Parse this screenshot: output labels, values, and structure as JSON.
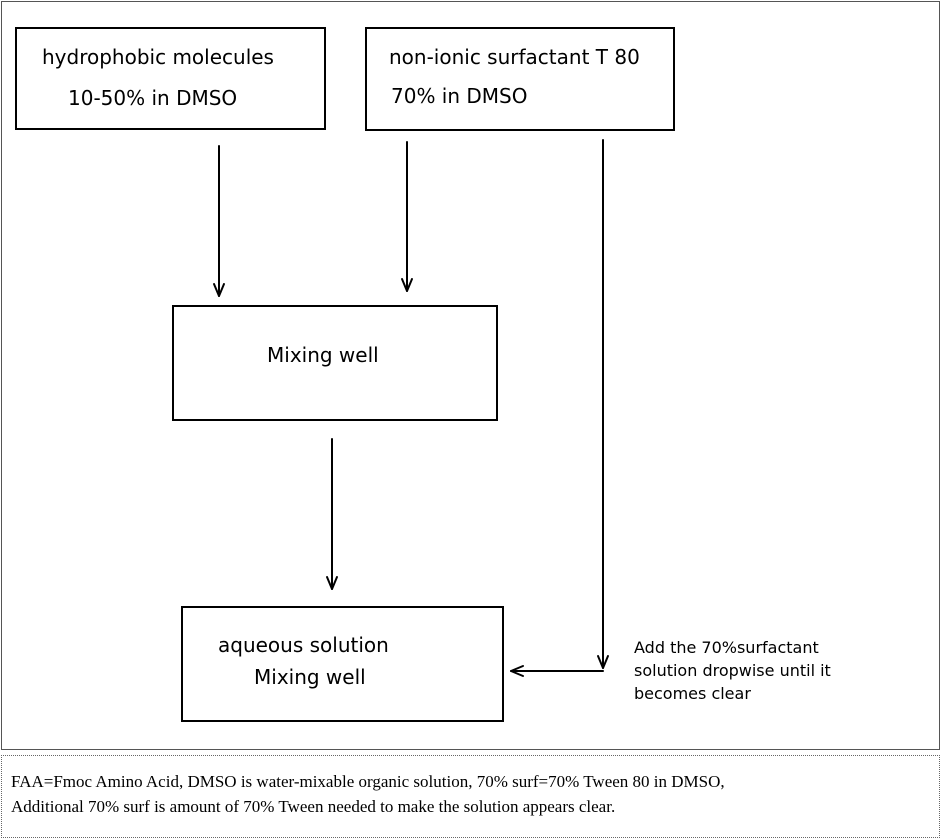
{
  "nodes": {
    "hydrophobic": {
      "line1": "hydrophobic molecules",
      "line2": "10-50% in DMSO"
    },
    "surfactant": {
      "line1": "non-ionic surfactant T 80",
      "line2": "70% in DMSO"
    },
    "mixing": {
      "line1": "Mixing well"
    },
    "aqueous": {
      "line1": "aqueous solution",
      "line2": "Mixing well"
    }
  },
  "note": {
    "line1": "Add the 70%surfactant",
    "line2": "solution dropwise until it",
    "line3": "becomes clear"
  },
  "caption": {
    "line1": "FAA=Fmoc Amino Acid, DMSO is water-mixable organic solution, 70% surf=70% Tween 80 in DMSO,",
    "line2": "Additional 70% surf is amount of 70% Tween needed to make the solution appears clear."
  }
}
